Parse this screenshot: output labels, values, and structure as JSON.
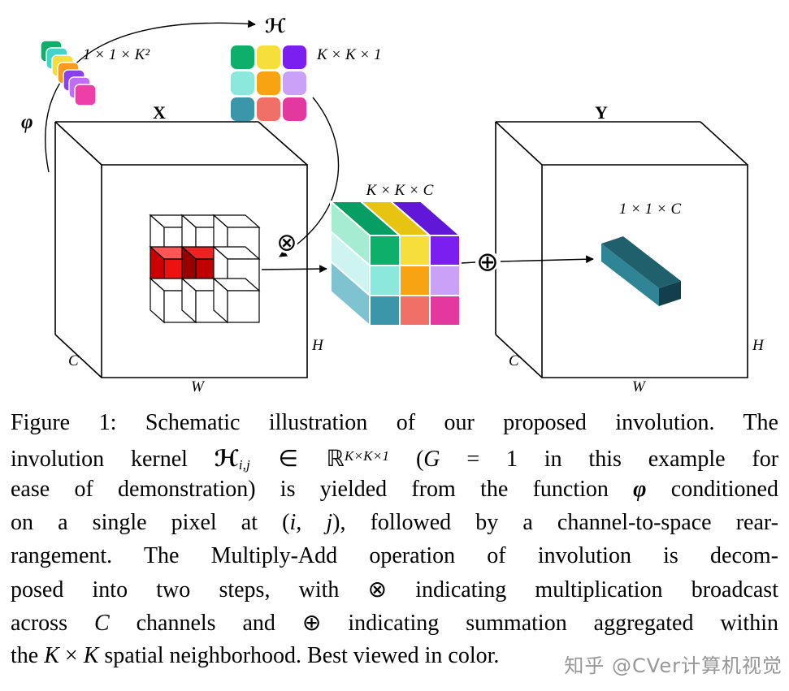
{
  "figure": {
    "labels": {
      "input_name": "X",
      "output_name": "Y",
      "phi": "φ",
      "kernel_name": "ℋ",
      "stack_dims": "1 × 1 × K²",
      "grid_dims": "K × K × 1",
      "block_dims": "K × K × C",
      "bar_dims": "1 × 1 × C",
      "multiply_symbol": "⊗",
      "sum_symbol": "⊕",
      "channel_dim": "C",
      "width_dim": "W",
      "height_dim": "H"
    },
    "colors": {
      "kernel_grid": [
        [
          "#0daf6a",
          "#f6df3b",
          "#7a1ff0"
        ],
        [
          "#8ce8dc",
          "#f7a312",
          "#c9a1f7"
        ],
        [
          "#3a96a8",
          "#f07067",
          "#e3399e"
        ]
      ],
      "stack": [
        "#0daf6a",
        "#45d4c8",
        "#f6df3b",
        "#f79a1f",
        "#8b3ff5",
        "#c06df5",
        "#ee3fa8"
      ],
      "block_top": [
        "#079e63",
        "#e6c411",
        "#6117d8"
      ],
      "block_side": [
        "#a6ecd2",
        "#cdf4f0",
        "#7fc3d0"
      ],
      "bar_top": "#20606c",
      "bar_side": "#2f8595",
      "bar_end": "#133f4b",
      "red_cells": [
        {
          "row": 1,
          "col": 0,
          "front": "#ee1111",
          "top": "#ff5555",
          "side": "#cc0000"
        },
        {
          "row": 1,
          "col": 1,
          "front": "#c00000",
          "top": "#ee2222",
          "side": "#990000"
        }
      ]
    }
  },
  "caption": {
    "lines": [
      [
        {
          "t": "Figure 1: Schematic illustration of our proposed involution. The"
        }
      ],
      [
        {
          "t": "involution kernel "
        },
        {
          "t": "ℋ",
          "s": "script"
        },
        {
          "t": "i,j",
          "s": "subi"
        },
        {
          "t": " ∈ ℝ",
          "s": "sym"
        },
        {
          "t": "K×K×1",
          "s": "supi"
        },
        {
          "t": " ("
        },
        {
          "t": "G",
          "s": "i"
        },
        {
          "t": " = 1 in this example for"
        }
      ],
      [
        {
          "t": "ease of demonstration) is yielded from the function "
        },
        {
          "t": "φ",
          "s": "bi"
        },
        {
          "t": " conditioned"
        }
      ],
      [
        {
          "t": "on a single pixel at ("
        },
        {
          "t": "i, j",
          "s": "i"
        },
        {
          "t": "), followed by a channel-to-space rear-"
        }
      ],
      [
        {
          "t": "rangement. The Multiply-Add operation of involution is decom-"
        }
      ],
      [
        {
          "t": "posed into two steps, with "
        },
        {
          "t": "⊗",
          "s": "sym"
        },
        {
          "t": " indicating multiplication broadcast"
        }
      ],
      [
        {
          "t": "across "
        },
        {
          "t": "C",
          "s": "i"
        },
        {
          "t": " channels and "
        },
        {
          "t": "⊕",
          "s": "sym"
        },
        {
          "t": " indicating summation aggregated within"
        }
      ],
      [
        {
          "t": "the "
        },
        {
          "t": "K",
          "s": "i"
        },
        {
          "t": " × "
        },
        {
          "t": "K",
          "s": "i"
        },
        {
          "t": " spatial neighborhood. Best viewed in color."
        }
      ]
    ]
  },
  "watermark": {
    "text": "知乎 @CVer计算机视觉"
  }
}
